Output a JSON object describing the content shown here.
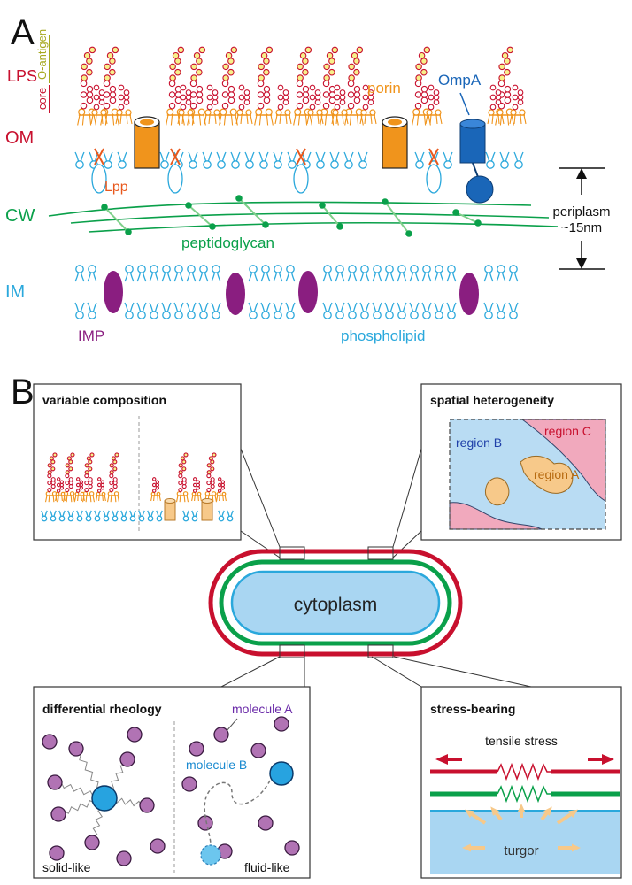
{
  "panels": {
    "a": "A",
    "b": "B"
  },
  "colors": {
    "red": "#c8102e",
    "ring_red": "#c8102e",
    "green": "#0aa04a",
    "blue": "#2aa8dc",
    "orange": "#f0941c",
    "purple": "#8a1e80",
    "ompa": "#1a66b8",
    "lpp": "#e8581c",
    "olive": "#a6a81e",
    "cyto": "#a9d6f2",
    "regionC": "#f1a9bd",
    "regionA": "#f7c98a",
    "bead": "#b173b4"
  },
  "panel_a": {
    "lps": "LPS",
    "o_antigen": "O-antigen",
    "core": "core",
    "om": "OM",
    "cw": "CW",
    "im": "IM",
    "porin": "porin",
    "ompa": "OmpA",
    "lpp": "Lpp",
    "peptidoglycan": "peptidoglycan",
    "periplasm": "periplasm",
    "periplasm_size": "~15nm",
    "imp": "IMP",
    "phospholipid": "phospholipid"
  },
  "panel_b": {
    "cytoplasm": "cytoplasm",
    "variable": {
      "title": "variable composition"
    },
    "spatial": {
      "title": "spatial heterogeneity",
      "region_b": "region B",
      "region_c": "region C",
      "region_a": "region A"
    },
    "rheology": {
      "title": "differential rheology",
      "molecule_a": "molecule A",
      "molecule_b": "molecule B",
      "solid": "solid-like",
      "fluid": "fluid-like"
    },
    "stress": {
      "title": "stress-bearing",
      "tensile": "tensile stress",
      "turgor": "turgor"
    }
  }
}
